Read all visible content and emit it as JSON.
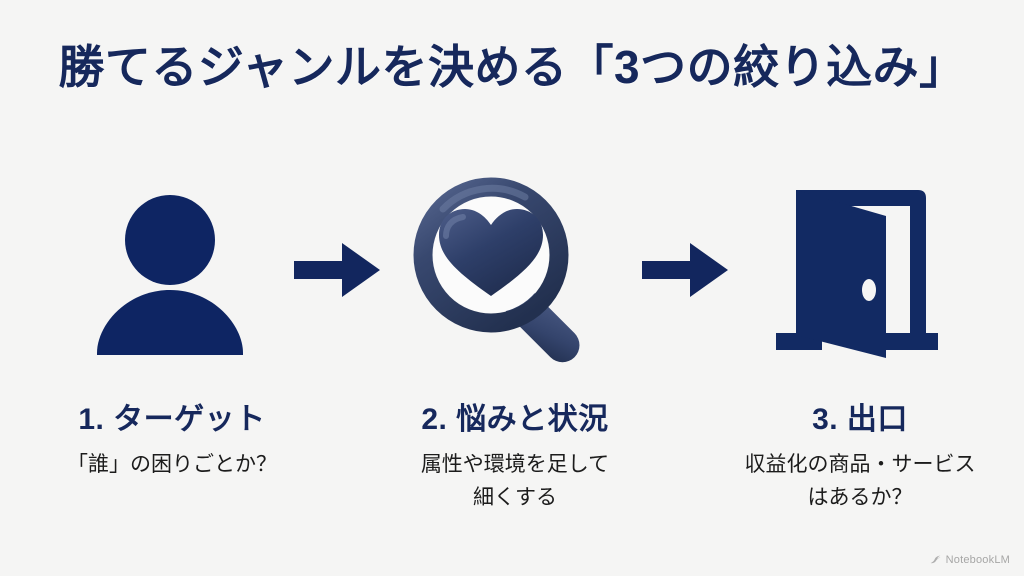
{
  "slide": {
    "background_color": "#f5f5f4",
    "title": "勝てるジャンルを決める「3つの絞り込み」",
    "title_color": "#16285c",
    "heading_color": "#16285c",
    "body_color": "#1c1c1c"
  },
  "steps": [
    {
      "icon": "person-icon",
      "icon_color": "#0e2563",
      "heading": "1. ターゲット",
      "body_lines": [
        "「誰」の困りごとか？"
      ]
    },
    {
      "icon": "magnifier-heart-icon",
      "icon_color": "#2c3f6b",
      "heading": "2. 悩みと状況",
      "body_lines": [
        "属性や環境を足して",
        "細くする"
      ]
    },
    {
      "icon": "open-door-icon",
      "icon_color": "#122a63",
      "heading": "3. 出口",
      "body_lines": [
        "収益化の商品・サービス",
        "はあるか？"
      ]
    }
  ],
  "arrows": [
    {
      "name": "arrow-right-1",
      "color": "#12265e"
    },
    {
      "name": "arrow-right-2",
      "color": "#12265e"
    }
  ],
  "watermark": {
    "label": "NotebookLM",
    "color": "#666666"
  }
}
